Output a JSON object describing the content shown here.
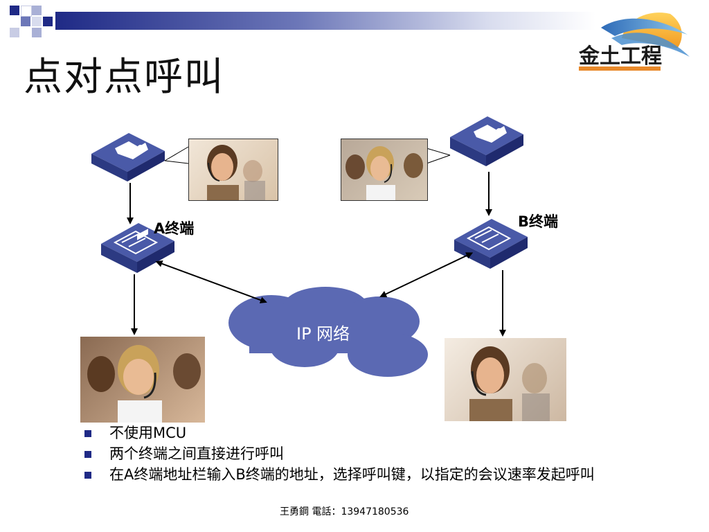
{
  "slide": {
    "title": "点对点呼叫",
    "logo_text": "金土工程",
    "footer": "王勇鋼  電話：13947180536"
  },
  "diagram": {
    "terminal_a_label": "A终端",
    "terminal_b_label": "B终端",
    "network_label": "IP 网络"
  },
  "bullets": [
    "不使用MCU",
    "两个终端之间直接进行呼叫",
    "在A终端地址栏输入B终端的地址，选择呼叫键，以指定的会议速率发起呼叫"
  ],
  "colors": {
    "accent": "#1f2a86",
    "device_top": "#4a5aa8",
    "device_side": "#2c3a82",
    "cloud": "#5b69b3",
    "logo_orange": "#e8892a"
  }
}
